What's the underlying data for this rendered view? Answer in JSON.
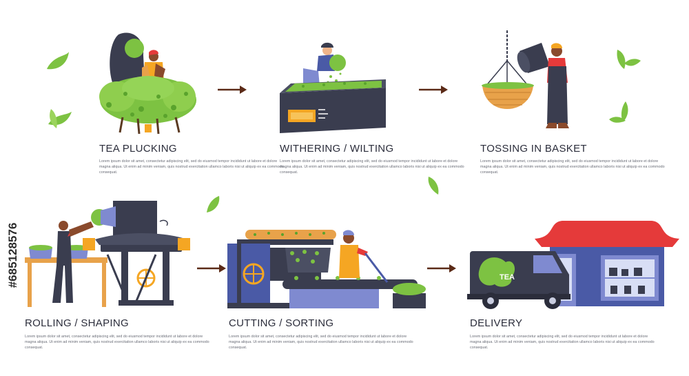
{
  "steps": [
    {
      "title": "TEA PLUCKING",
      "description": "Lorem ipsum dolor sit amet, consectetur adipiscing elit, sed do eiusmod tempor incididunt ut labore et dolore magna aliqua. Ut enim ad minim veniam, quis nostrud exercitation ullamco laboris nisi ut aliquip ex ea commodo consequat."
    },
    {
      "title": "WITHERING / WILTING",
      "description": "Lorem ipsum dolor sit amet, consectetur adipiscing elit, sed do eiusmod tempor incididunt ut labore et dolore magna aliqua. Ut enim ad minim veniam, quis nostrud exercitation ullamco laboris nisi ut aliquip ex ea commodo consequat."
    },
    {
      "title": "TOSSING IN BASKET",
      "description": "Lorem ipsum dolor sit amet, consectetur adipiscing elit, sed do eiusmod tempor incididunt ut labore et dolore magna aliqua. Ut enim ad minim veniam, quis nostrud exercitation ullamco laboris nisi ut aliquip ex ea commodo consequat."
    },
    {
      "title": "ROLLING / SHAPING",
      "description": "Lorem ipsum dolor sit amet, consectetur adipiscing elit, sed do eiusmod tempor incididunt ut labore et dolore magna aliqua. Ut enim ad minim veniam, quis nostrud exercitation ullamco laboris nisi ut aliquip ex ea commodo consequat."
    },
    {
      "title": "CUTTING / SORTING",
      "description": "Lorem ipsum dolor sit amet, consectetur adipiscing elit, sed do eiusmod tempor incididunt ut labore et dolore magna aliqua. Ut enim ad minim veniam, quis nostrud exercitation ullamco laboris nisi ut aliquip ex ea commodo consequat."
    },
    {
      "title": "DELIVERY",
      "description": "Lorem ipsum dolor sit amet, consectetur adipiscing elit, sed do eiusmod tempor incididunt ut labore et dolore magna aliqua. Ut enim ad minim veniam, quis nostrud exercitation ullamco laboris nisi ut aliquip ex ea commodo consequat."
    }
  ],
  "truck_label": "TEA",
  "stock_id": "#685128576",
  "colors": {
    "leaf_green": "#7dc242",
    "dark_navy": "#3a3d4f",
    "arrow": "#5b2a17",
    "roof_red": "#e53a3a",
    "orange": "#f5a623",
    "basket": "#e8a24a"
  }
}
